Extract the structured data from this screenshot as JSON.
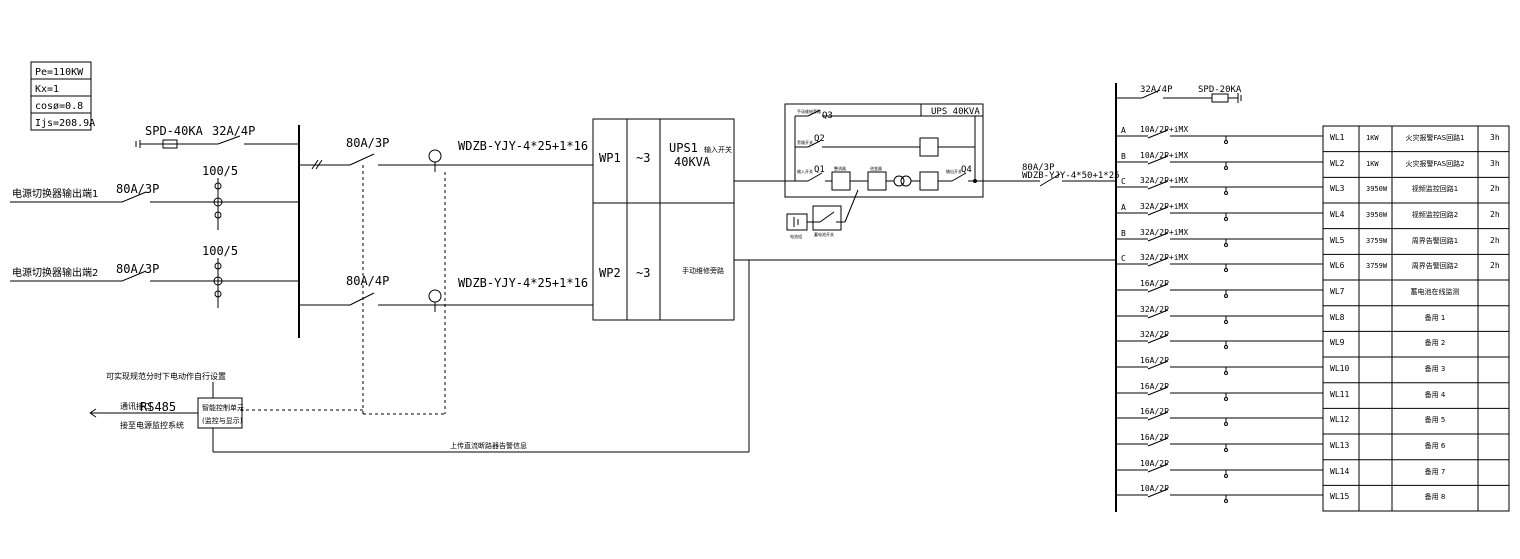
{
  "load_box": [
    "Pe=110KW",
    "Kx=1",
    "cosø=0.8",
    "Ijs=208.9A"
  ],
  "inputs": {
    "in1_label": "电源切换器输出端1",
    "in2_label": "电源切换器输出端2",
    "breaker1": "80A/3P",
    "breaker2": "80A/3P",
    "ct1": "100/5",
    "ct2": "100/5"
  },
  "spd": {
    "label": "SPD-40KA",
    "breaker": "32A/4P"
  },
  "main": {
    "b1": "80A/3P",
    "b2": "80A/4P",
    "cable1": "WDZB-YJY-4*25+1*16",
    "cable2": "WDZB-YJY-4*25+1*16"
  },
  "ups_cabinet": {
    "wp1": "WP1",
    "wp2": "WP2",
    "wave1": "~3",
    "wave2": "~3",
    "ups_name": "UPS1",
    "ups_sub": "输入开关",
    "ups_cap": "40KVA",
    "bypass": "手动维修旁路"
  },
  "ups_detail": {
    "title": "UPS 40KVA",
    "q1": "Q1",
    "q2": "Q2",
    "q3": "Q3",
    "q4": "Q4",
    "q1_small": "输入开关",
    "q2_small": "旁路开关",
    "q3_small": "手动维修旁路",
    "q4_small": "输出开关",
    "rect_small": "整流器",
    "inv_small": "逆变器",
    "batt_small": "电池组",
    "batt_sw_small": "蓄电池开关"
  },
  "output": {
    "breaker": "80A/3P",
    "cable": "WDZB-YJY-4*50+1*25"
  },
  "control": {
    "note": "可实现规范分时下电动作自行设置",
    "comm_prefix": "通讯接口",
    "comm_rs485": "RS485",
    "comm_sub": "接至电源监控系统",
    "unit_line1": "智能控制单元",
    "unit_line2": "(监控与显示)",
    "signal": "上传直流断路器告警信息"
  },
  "out_spd": {
    "breaker": "32A/4P",
    "label": "SPD-20KA"
  },
  "circuits": [
    {
      "phase": "A",
      "breaker": "10A/2P+iMX",
      "id": "WL1",
      "power": "1KW",
      "name": "火灾报警FAS回路1",
      "time": "3h"
    },
    {
      "phase": "B",
      "breaker": "10A/2P+iMX",
      "id": "WL2",
      "power": "1KW",
      "name": "火灾报警FAS回路2",
      "time": "3h"
    },
    {
      "phase": "C",
      "breaker": "32A/2P+iMX",
      "id": "WL3",
      "power": "3950W",
      "name": "视频监控回路1",
      "time": "2h"
    },
    {
      "phase": "A",
      "breaker": "32A/2P+iMX",
      "id": "WL4",
      "power": "3950W",
      "name": "视频监控回路2",
      "time": "2h"
    },
    {
      "phase": "B",
      "breaker": "32A/2P+iMX",
      "id": "WL5",
      "power": "3759W",
      "name": "周界告警回路1",
      "time": "2h"
    },
    {
      "phase": "C",
      "breaker": "32A/2P+iMX",
      "id": "WL6",
      "power": "3759W",
      "name": "周界告警回路2",
      "time": "2h"
    },
    {
      "phase": "",
      "breaker": "16A/2P",
      "id": "WL7",
      "power": "",
      "name": "蓄电池在线监测",
      "time": ""
    },
    {
      "phase": "",
      "breaker": "32A/2P",
      "id": "WL8",
      "power": "",
      "name": "备用 1",
      "time": ""
    },
    {
      "phase": "",
      "breaker": "32A/2P",
      "id": "WL9",
      "power": "",
      "name": "备用 2",
      "time": ""
    },
    {
      "phase": "",
      "breaker": "16A/2P",
      "id": "WL10",
      "power": "",
      "name": "备用 3",
      "time": ""
    },
    {
      "phase": "",
      "breaker": "16A/2P",
      "id": "WL11",
      "power": "",
      "name": "备用 4",
      "time": ""
    },
    {
      "phase": "",
      "breaker": "16A/2P",
      "id": "WL12",
      "power": "",
      "name": "备用 5",
      "time": ""
    },
    {
      "phase": "",
      "breaker": "16A/2P",
      "id": "WL13",
      "power": "",
      "name": "备用 6",
      "time": ""
    },
    {
      "phase": "",
      "breaker": "10A/2P",
      "id": "WL14",
      "power": "",
      "name": "备用 7",
      "time": ""
    },
    {
      "phase": "",
      "breaker": "10A/2P",
      "id": "WL15",
      "power": "",
      "name": "备用 8",
      "time": ""
    }
  ]
}
